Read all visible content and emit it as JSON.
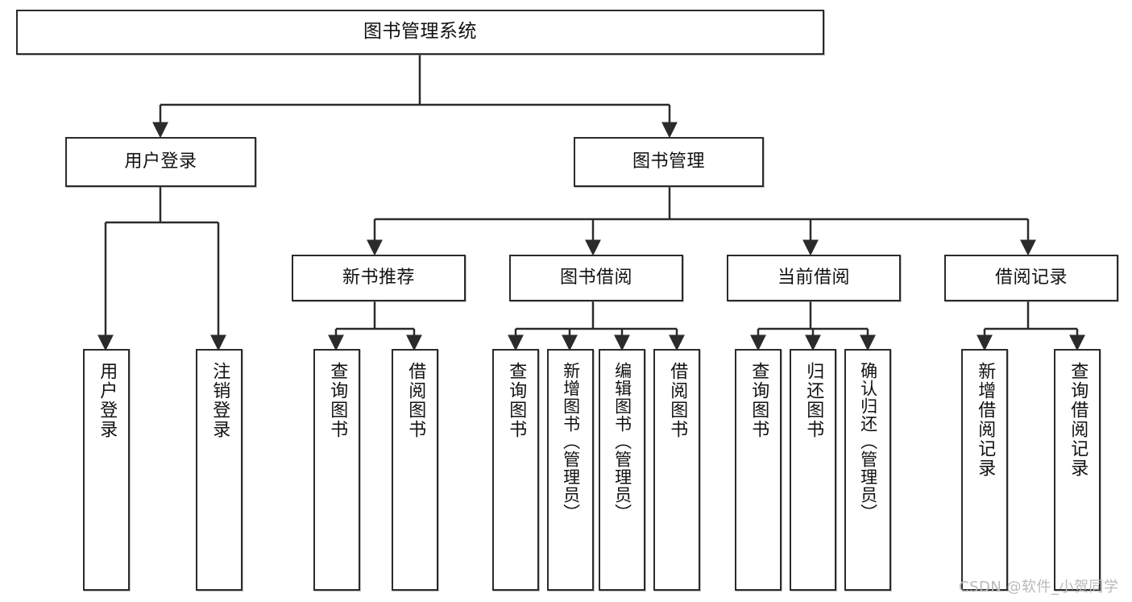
{
  "diagram": {
    "type": "tree",
    "title": "图书管理系统",
    "style": {
      "background": "#ffffff",
      "box_border": "#2b2b2b",
      "box_fill": "#ffffff",
      "text_color": "#111111",
      "connector": "#2b2b2b",
      "watermark_color": "#b9b9b9"
    },
    "watermark": "CSDN @软件_小贺同学",
    "levels": {
      "root": [
        "图书管理系统"
      ],
      "level2": [
        "用户登录",
        "图书管理"
      ],
      "level3": [
        "新书推荐",
        "图书借阅",
        "当前借阅",
        "借阅记录"
      ]
    },
    "nodes": {
      "root": {
        "label": "图书管理系统"
      },
      "user_login": {
        "label": "用户登录"
      },
      "book_manage": {
        "label": "图书管理"
      },
      "new_book_rec": {
        "label": "新书推荐"
      },
      "book_borrow": {
        "label": "图书借阅"
      },
      "current_borrow": {
        "label": "当前借阅"
      },
      "borrow_record": {
        "label": "借阅记录"
      },
      "leaf_user_login": {
        "label": "用户登录"
      },
      "leaf_user_logout": {
        "label": "注销登录"
      },
      "leaf_query_book_1": {
        "label": "查询图书"
      },
      "leaf_borrow_book_1": {
        "label": "借阅图书"
      },
      "leaf_query_book_2": {
        "label": "查询图书"
      },
      "leaf_add_book": {
        "label": "新增图书（管理员）"
      },
      "leaf_edit_book": {
        "label": "编辑图书（管理员）"
      },
      "leaf_borrow_book_2": {
        "label": "借阅图书"
      },
      "leaf_query_book_3": {
        "label": "查询图书"
      },
      "leaf_return_book": {
        "label": "归还图书"
      },
      "leaf_confirm_return": {
        "label": "确认归还（管理员）"
      },
      "leaf_add_record": {
        "label": "新增借阅记录"
      },
      "leaf_query_record": {
        "label": "查询借阅记录"
      }
    },
    "edges": [
      {
        "from": "图书管理系统",
        "to": "用户登录"
      },
      {
        "from": "图书管理系统",
        "to": "图书管理"
      },
      {
        "from": "用户登录",
        "to": "用户登录"
      },
      {
        "from": "用户登录",
        "to": "注销登录"
      },
      {
        "from": "图书管理",
        "to": "新书推荐"
      },
      {
        "from": "图书管理",
        "to": "图书借阅"
      },
      {
        "from": "图书管理",
        "to": "当前借阅"
      },
      {
        "from": "图书管理",
        "to": "借阅记录"
      },
      {
        "from": "新书推荐",
        "to": "查询图书"
      },
      {
        "from": "新书推荐",
        "to": "借阅图书"
      },
      {
        "from": "图书借阅",
        "to": "查询图书"
      },
      {
        "from": "图书借阅",
        "to": "新增图书（管理员）"
      },
      {
        "from": "图书借阅",
        "to": "编辑图书（管理员）"
      },
      {
        "from": "图书借阅",
        "to": "借阅图书"
      },
      {
        "from": "当前借阅",
        "to": "查询图书"
      },
      {
        "from": "当前借阅",
        "to": "归还图书"
      },
      {
        "from": "当前借阅",
        "to": "确认归还（管理员）"
      },
      {
        "from": "借阅记录",
        "to": "新增借阅记录"
      },
      {
        "from": "借阅记录",
        "to": "查询借阅记录"
      }
    ]
  }
}
